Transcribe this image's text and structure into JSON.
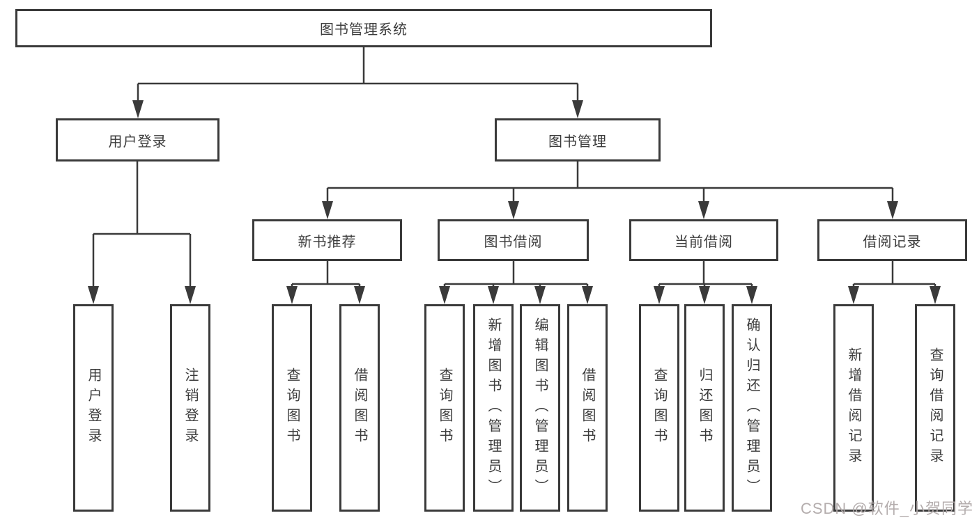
{
  "diagram": {
    "title": "图书管理系统",
    "branches": [
      {
        "label": "用户登录",
        "children": [
          {
            "label": "用户登录"
          },
          {
            "label": "注销登录"
          }
        ]
      },
      {
        "label": "图书管理",
        "children": [
          {
            "label": "新书推荐",
            "children": [
              {
                "label": "查询图书"
              },
              {
                "label": "借阅图书"
              }
            ]
          },
          {
            "label": "图书借阅",
            "children": [
              {
                "label": "查询图书"
              },
              {
                "label": "新增图书（管理员）"
              },
              {
                "label": "编辑图书（管理员）"
              },
              {
                "label": "借阅图书"
              }
            ]
          },
          {
            "label": "当前借阅",
            "children": [
              {
                "label": "查询图书"
              },
              {
                "label": "归还图书"
              },
              {
                "label": "确认归还（管理员）"
              }
            ]
          },
          {
            "label": "借阅记录",
            "children": [
              {
                "label": "新增借阅记录"
              },
              {
                "label": "查询借阅记录"
              }
            ]
          }
        ]
      }
    ]
  },
  "colors": {
    "line": "#3a3a3a",
    "text": "#3c3c3c",
    "watermark": "#b0a9a9"
  },
  "watermark": {
    "text": "CSDN @软件_小贺同学"
  }
}
